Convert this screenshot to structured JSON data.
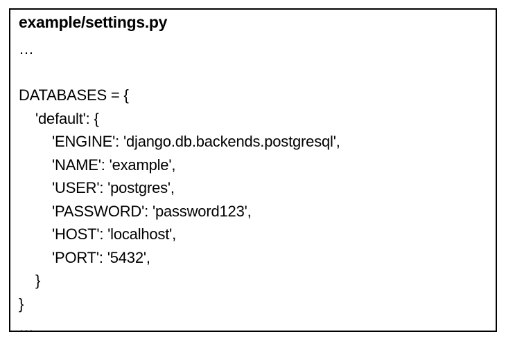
{
  "document": {
    "filename": "example/settings.py",
    "lines": [
      {
        "text": "…",
        "indent": 0
      },
      {
        "text": "",
        "indent": 0
      },
      {
        "text": "DATABASES = {",
        "indent": 0
      },
      {
        "text": "'default': {",
        "indent": 1
      },
      {
        "text": "'ENGINE': 'django.db.backends.postgresql',",
        "indent": 2
      },
      {
        "text": "'NAME': 'example',",
        "indent": 2
      },
      {
        "text": "'USER': 'postgres',",
        "indent": 2
      },
      {
        "text": "'PASSWORD': 'password123',",
        "indent": 2
      },
      {
        "text": "'HOST': 'localhost',",
        "indent": 2
      },
      {
        "text": "'PORT': '5432',",
        "indent": 2
      },
      {
        "text": "}",
        "indent": 1
      },
      {
        "text": "}",
        "indent": 0
      },
      {
        "text": "…",
        "indent": 0
      }
    ]
  }
}
